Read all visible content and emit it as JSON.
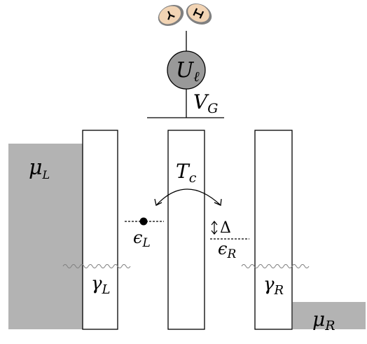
{
  "labels": {
    "mu_left": {
      "main": "μ",
      "sub": "L"
    },
    "mu_right": {
      "main": "μ",
      "sub": "R"
    },
    "tunnel": {
      "main": "T",
      "sub": "c"
    },
    "interaction": {
      "main": "U",
      "sub": "ℓ"
    },
    "gate_voltage": {
      "main": "V",
      "sub": "G"
    },
    "eps_left": {
      "main": "ϵ",
      "sub": "L"
    },
    "eps_right": {
      "main": "ϵ",
      "sub": "R"
    },
    "gamma_left": {
      "main": "γ",
      "sub": "L"
    },
    "gamma_right": {
      "main": "γ",
      "sub": "R"
    },
    "detuning": "Δ"
  },
  "icons": {
    "clock_left": "clock-icon",
    "clock_right": "clock-icon"
  },
  "colors": {
    "lead_fill": "#b3b3b3",
    "barrier_fill": "#ffffff",
    "line": "#000000",
    "wave": "#808080",
    "clock_face": "#f2d4b4",
    "circle_fill": "#999999"
  }
}
